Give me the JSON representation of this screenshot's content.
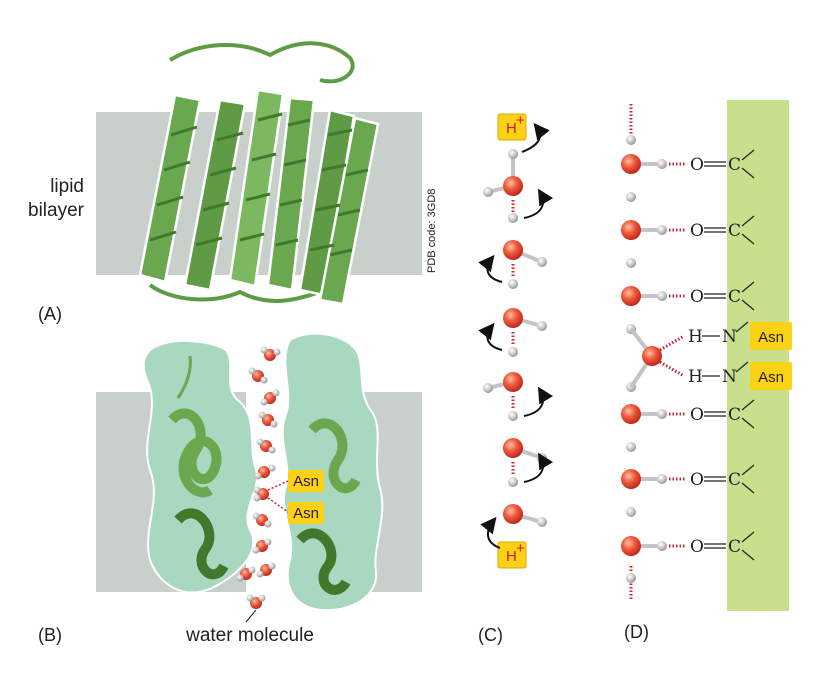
{
  "panels": {
    "a": {
      "letter": "(A)",
      "lipid_label_line1": "lipid",
      "lipid_label_line2": "bilayer",
      "pdb_label": "PDB code: 3GD8"
    },
    "b": {
      "letter": "(B)",
      "asn_labels": [
        "Asn",
        "Asn"
      ],
      "water_label": "water molecule"
    },
    "c": {
      "letter": "(C)",
      "proton_top": "H",
      "proton_bottom": "H",
      "charge": "+"
    },
    "d": {
      "letter": "(D)",
      "carbonyl_o": "O",
      "carbonyl_c": "C",
      "nh_h": "H",
      "nh_n": "N",
      "asn_labels": [
        "Asn",
        "Asn"
      ]
    }
  },
  "colors": {
    "membrane": "#c9d0cc",
    "helix": "#6aa84f",
    "helix_dark": "#3f7a2c",
    "blob": "#a8d8bf",
    "oxygen": "#e8432c",
    "hydrogen": "#c4c4c4",
    "hbond": "#d0202a",
    "asn_box": "#fcd116",
    "protein_wall": "#c8df8c"
  }
}
